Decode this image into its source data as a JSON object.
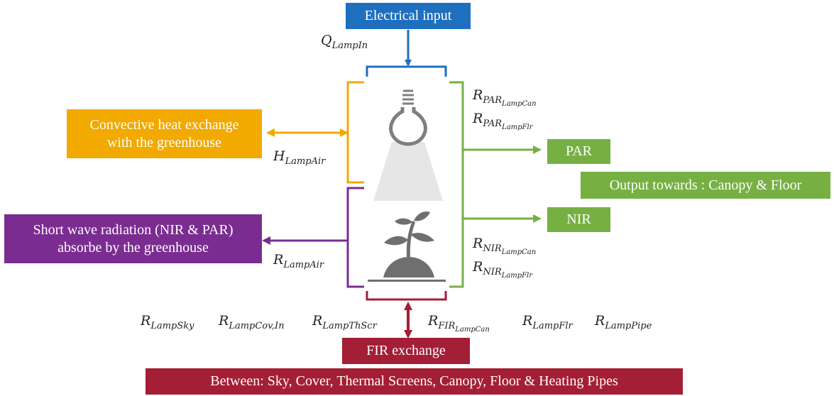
{
  "colors": {
    "blue": "#1f6fbf",
    "orange": "#f2a900",
    "green": "#76b043",
    "purple": "#7b2c91",
    "crimson": "#a41e35",
    "gray": "#7f7f7f",
    "lightgray": "#e6e6e6"
  },
  "boxes": {
    "electrical_input": "Electrical input",
    "convective_line1": "Convective heat exchange",
    "convective_line2": "with the greenhouse",
    "par": "PAR",
    "output": "Output towards : Canopy & Floor",
    "nir": "NIR",
    "shortwave_line1": "Short wave radiation (NIR & PAR)",
    "shortwave_line2": "absorbe by the greenhouse",
    "fir_exchange": "FIR exchange",
    "between": "Between: Sky, Cover, Thermal Screens, Canopy, Floor & Heating Pipes"
  },
  "flows": {
    "q_lamp_in": {
      "base": "Q",
      "sub": "LampIn"
    },
    "h_lamp_air": {
      "base": "H",
      "sub": "LampAir"
    },
    "r_par_lamp_can": {
      "base": "R",
      "sub": "PAR",
      "subsub": "LampCan"
    },
    "r_par_lamp_flr": {
      "base": "R",
      "sub": "PAR",
      "subsub": "LampFlr"
    },
    "r_nir_lamp_can": {
      "base": "R",
      "sub": "NIR",
      "subsub": "LampCan"
    },
    "r_nir_lamp_flr": {
      "base": "R",
      "sub": "NIR",
      "subsub": "LampFlr"
    },
    "r_lamp_air": {
      "base": "R",
      "sub": "LampAir"
    },
    "r_lamp_sky": {
      "base": "R",
      "sub": "LampSky"
    },
    "r_lamp_cov_in": {
      "base": "R",
      "sub": "LampCov,In"
    },
    "r_lamp_thscr": {
      "base": "R",
      "sub": "LampThScr"
    },
    "r_fir_lamp_can": {
      "base": "R",
      "sub": "FIR",
      "subsub": "LampCan"
    },
    "r_lamp_flr": {
      "base": "R",
      "sub": "LampFlr"
    },
    "r_lamp_pipe": {
      "base": "R",
      "sub": "LampPipe"
    }
  },
  "icons": {
    "lamp": "light-bulb-icon",
    "plant": "plant-seedling-icon"
  }
}
